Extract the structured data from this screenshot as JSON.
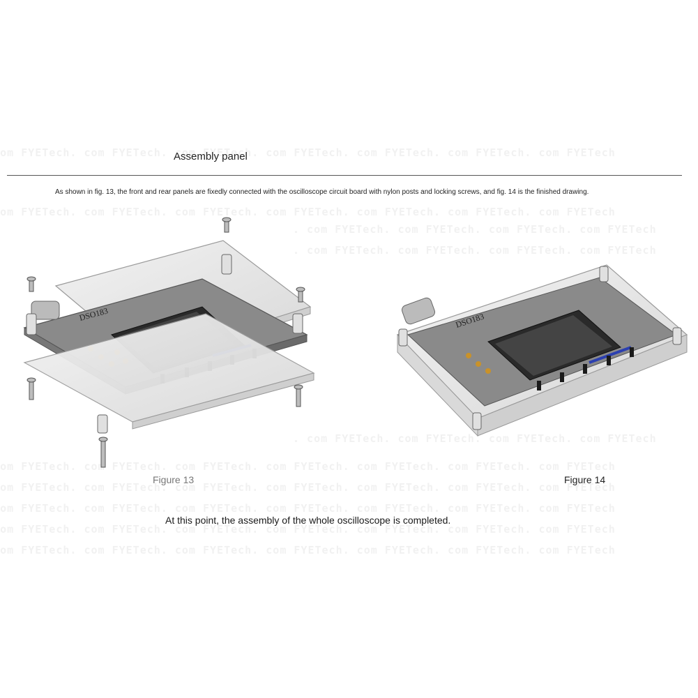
{
  "title": "Assembly panel",
  "description": "As shown in fig. 13, the front and rear panels are fixedly connected with the oscilloscope circuit board with nylon posts and locking screws, and fig. 14 is the finished drawing.",
  "figure13": {
    "caption": "Figure 13",
    "board_label": "DSO183"
  },
  "figure14": {
    "caption": "Figure 14",
    "board_label": "DSO183"
  },
  "conclusion": "At this point, the assembly of the whole oscilloscope is completed.",
  "colors": {
    "acrylic": "#e6e6e6",
    "board": "#7a7a7a",
    "screen": "#2a2a2a",
    "accent_blue": "#2b3fb0",
    "pin_gold": "#c9922a"
  }
}
